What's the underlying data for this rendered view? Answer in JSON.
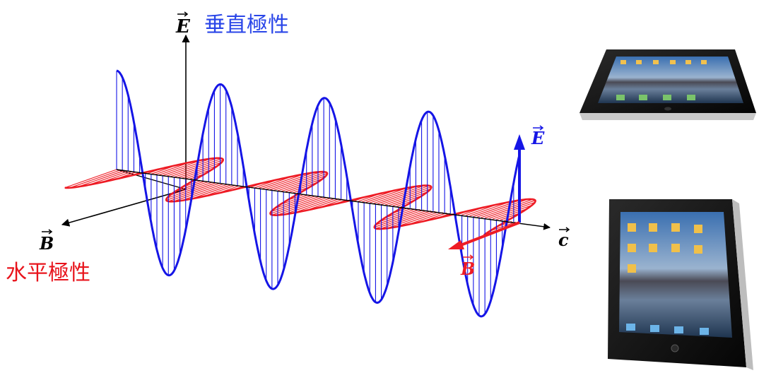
{
  "labels": {
    "e_axis_symbol": "E",
    "e_axis_caption": "垂直極性",
    "b_axis_symbol": "B",
    "b_axis_caption": "水平極性",
    "c_axis_symbol": "c",
    "e_vector_symbol": "E",
    "b_vector_symbol": "B"
  },
  "colors": {
    "electric": "#1515e6",
    "magnetic": "#ee1c25",
    "axis": "#000000",
    "e_caption": "#2a46e8",
    "b_caption": "#e8141c"
  },
  "images": {
    "tablet_landscape": "ipad-landscape",
    "tablet_portrait": "ipad-portrait"
  }
}
